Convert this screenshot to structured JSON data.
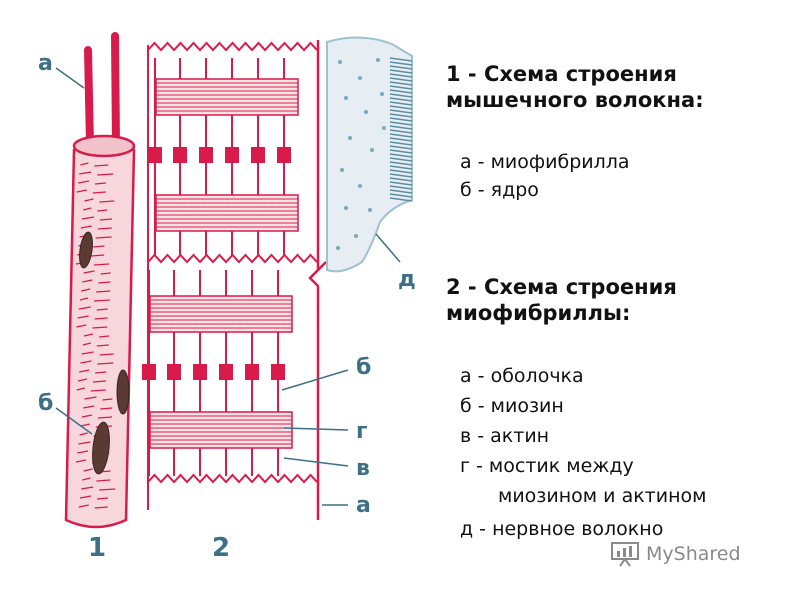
{
  "figure": {
    "label_1": "1",
    "label_2": "2",
    "fiber_labels": {
      "a": "а",
      "b": "б"
    },
    "myofibril_labels": {
      "b": "б",
      "g": "г",
      "v": "в",
      "a": "а",
      "d": "д"
    }
  },
  "legend": {
    "section1": {
      "title_line1": "1 - Схема строения",
      "title_line2": "мышечного волокна:",
      "items": [
        "а - миофибрилла",
        "б - ядро"
      ]
    },
    "section2": {
      "title_line1": "2 - Схема строения",
      "title_line2": "миофибриллы:",
      "items": [
        "а - оболочка",
        "б - миозин",
        "в - актин",
        "г - мостик между",
        "миозином и актином",
        "д - нервное волокно"
      ]
    }
  },
  "watermark": {
    "text": "MyShared"
  },
  "colors": {
    "fiber": "#d81b4a",
    "fiber_fill": "#f7d7dc",
    "nerve": "#e6eef3",
    "label": "#3d6f86"
  }
}
